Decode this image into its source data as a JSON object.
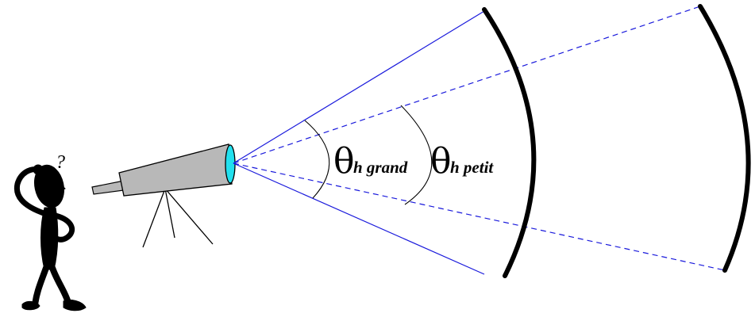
{
  "labels": {
    "theta_symbol": "θ",
    "label_grand_sub": "h grand",
    "label_petit_sub": "h petit",
    "question_mark": "?"
  },
  "colors": {
    "ray": "#1a1adc",
    "lens": "#22e0ee",
    "telescope_body": "#b8b8b8",
    "outline": "#000000"
  },
  "icons": {
    "observer": "thinking-person-icon",
    "telescope": "telescope-icon"
  }
}
